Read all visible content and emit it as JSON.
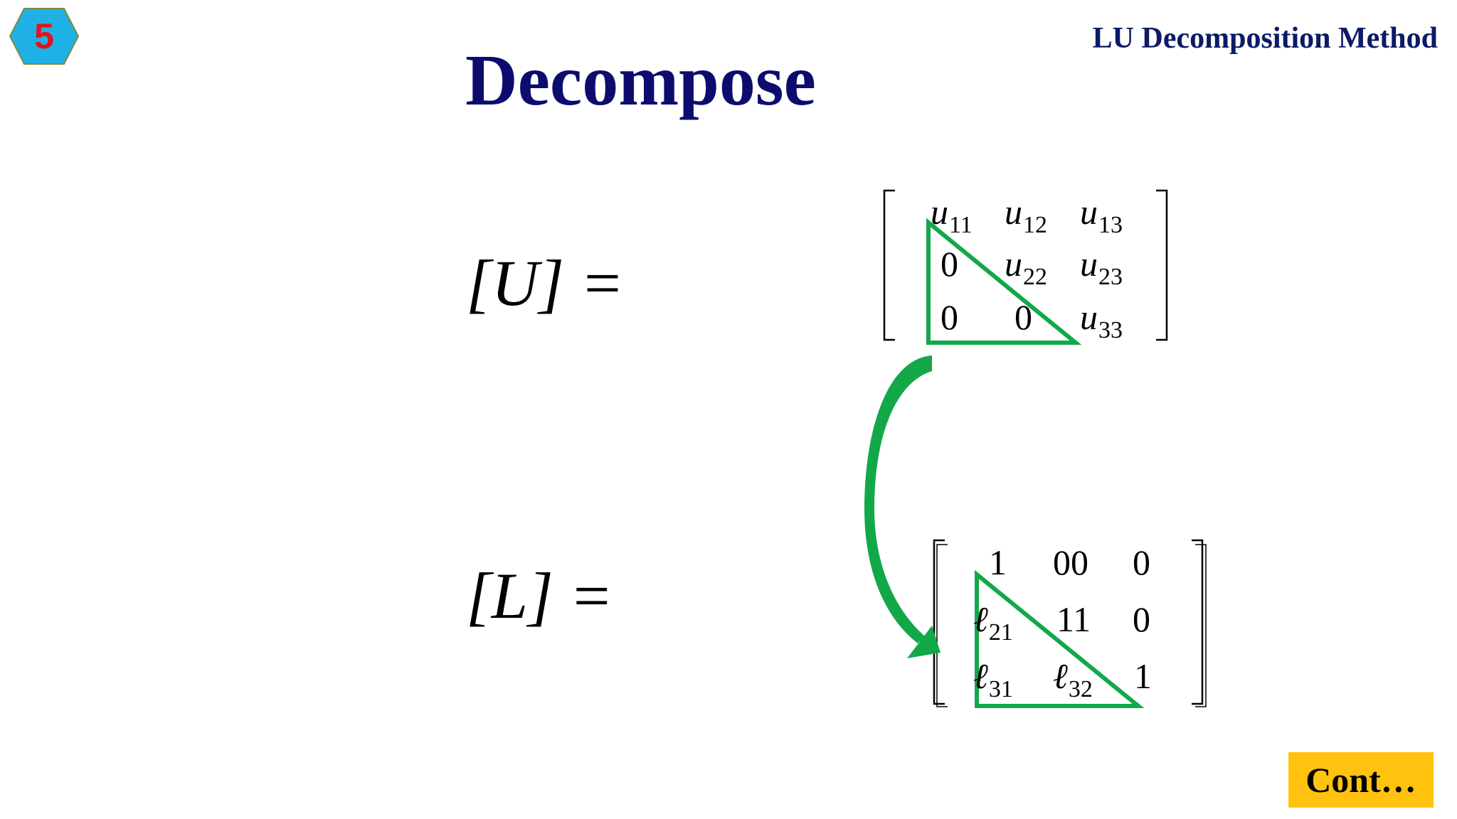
{
  "slide": {
    "number": "5",
    "header_title": "LU Decomposition Method",
    "title": "Decompose",
    "continue_label": "Cont…"
  },
  "colors": {
    "badge_fill": "#1fb1e6",
    "badge_number": "#e8101a",
    "title": "#0c0c6e",
    "highlight": "#12a84a",
    "continue_fill": "#ffc20e"
  },
  "upper_matrix": {
    "label": "[U]",
    "equals": "=",
    "rows": [
      [
        {
          "base": "u",
          "sub": "11"
        },
        {
          "base": "u",
          "sub": "12"
        },
        {
          "base": "u",
          "sub": "13"
        }
      ],
      [
        {
          "base": "0",
          "sub": ""
        },
        {
          "base": "u",
          "sub": "22"
        },
        {
          "base": "u",
          "sub": "23"
        }
      ],
      [
        {
          "base": "0",
          "sub": ""
        },
        {
          "base": "0",
          "sub": ""
        },
        {
          "base": "u",
          "sub": "33"
        }
      ]
    ]
  },
  "lower_matrix": {
    "label": "[L]",
    "equals": "=",
    "rows": [
      [
        {
          "base": "1",
          "sub": ""
        },
        {
          "base": "00",
          "sub": ""
        },
        {
          "base": "0",
          "sub": ""
        }
      ],
      [
        {
          "base": "ℓ",
          "sub": "21"
        },
        {
          "base": "11",
          "sub": ""
        },
        {
          "base": "0",
          "sub": ""
        }
      ],
      [
        {
          "base": "ℓ",
          "sub": "31"
        },
        {
          "base": "ℓ",
          "sub": "32"
        },
        {
          "base": "1",
          "sub": ""
        }
      ]
    ]
  },
  "icons": {
    "badge": "hexagon-badge-icon",
    "arrow": "curved-arrow-icon"
  }
}
